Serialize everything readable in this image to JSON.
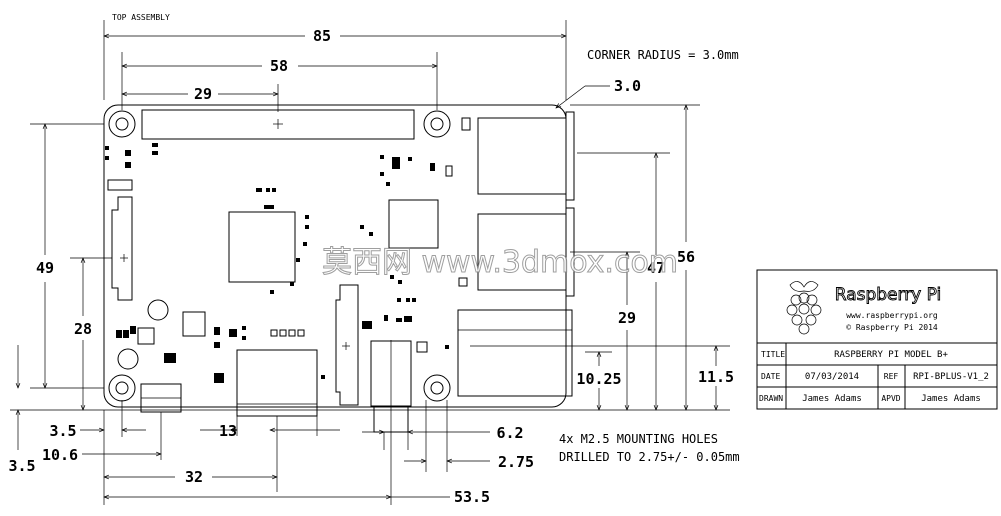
{
  "drawing": {
    "view_label": "TOP ASSEMBLY",
    "corner_radius_note": "CORNER RADIUS = 3.0mm",
    "mounting_note_line1": "4x M2.5 MOUNTING HOLES",
    "mounting_note_line2": "DRILLED TO 2.75+/- 0.05mm"
  },
  "dimensions": {
    "overall_width": "85",
    "hole_spacing_x": "58",
    "header_center": "29",
    "corner_radius": "3.0",
    "overall_height": "56",
    "usb_upper": "47",
    "left_height": "49",
    "left_mid": "28",
    "usb_mid": "29",
    "audio_offset": "10.25",
    "ethernet_offset": "11.5",
    "hole_edge_x": "3.5",
    "hole_edge_y": "3.5",
    "usb_micro": "10.6",
    "hdmi_width": "13",
    "hdmi_center": "32",
    "audio_center": "53.5",
    "audio_diam": "6.2",
    "hole_diam": "2.75"
  },
  "title_block": {
    "brand": "Raspberry Pi",
    "url": "www.raspberrypi.org",
    "copyright": "© Raspberry Pi 2014",
    "title_label": "TITLE",
    "title_value": "RASPBERRY PI MODEL B+",
    "date_label": "DATE",
    "date_value": "07/03/2014",
    "ref_label": "REF",
    "ref_value": "RPI-BPLUS-V1_2",
    "drawn_label": "DRAWN",
    "drawn_value": "James Adams",
    "apvd_label": "APVD",
    "apvd_value": "James Adams"
  },
  "watermark": "莫西网 www.3dmox.com"
}
